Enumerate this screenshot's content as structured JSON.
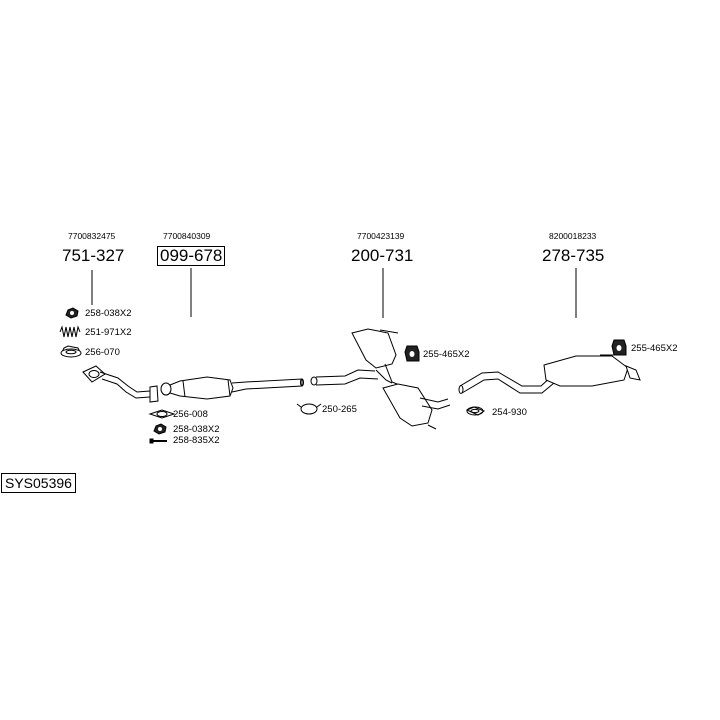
{
  "system_code": "SYS05396",
  "oe_numbers": {
    "front_pipe": "7700832475",
    "catalyst": "7700840309",
    "middle_silencer": "7700423139",
    "rear_silencer": "8200018233"
  },
  "part_numbers": {
    "front_pipe": "751-327",
    "catalyst": "099-678",
    "middle_silencer": "200-731",
    "rear_silencer": "278-735"
  },
  "accessories": {
    "nut": "258-038X2",
    "spring": "251-971X2",
    "ring": "256-070",
    "gasket": "256-008",
    "nut_2": "258-038X2",
    "bolt": "258-835X2",
    "clamp_1": "250-265",
    "hanger_1": "255-465X2",
    "clamp_2": "254-930",
    "hanger_2": "255-465X2"
  }
}
